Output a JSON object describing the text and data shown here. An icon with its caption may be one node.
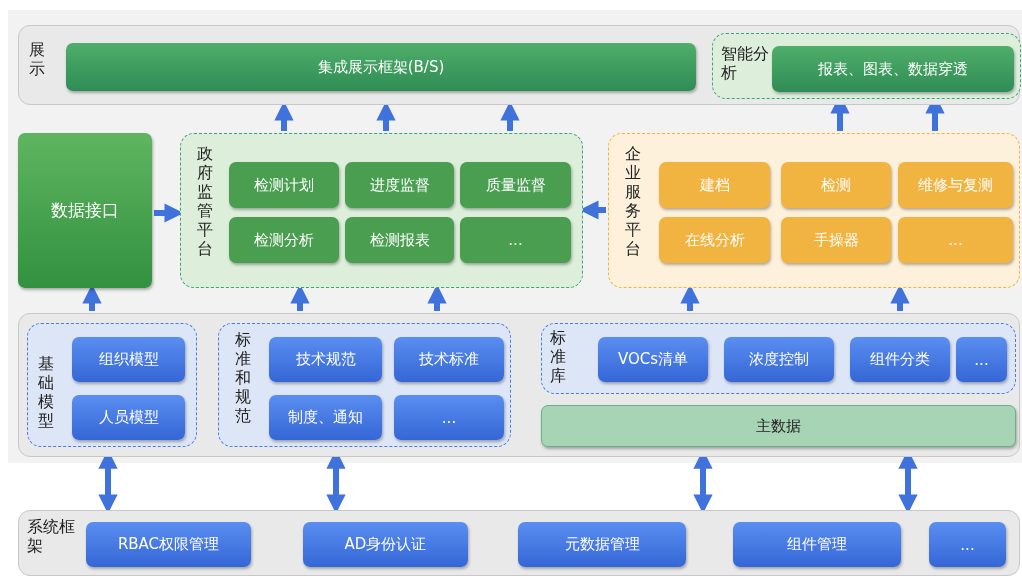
{
  "diagram": {
    "nodes": [
      {
        "text": [
          "展示"
        ]
      },
      {
        "text": [
          "集成展示框架(B/S)"
        ],
        "in": 0
      },
      {
        "text": [
          "智能分析"
        ],
        "in": 0
      },
      {
        "text": [
          "报表、图表、数据穿透"
        ],
        "in": 2
      },
      {
        "text": [
          "数据接口"
        ]
      },
      {
        "text": [
          "政府监管平台"
        ]
      },
      {
        "text": [
          "检测计划"
        ],
        "in": 5
      },
      {
        "text": [
          "进度监督"
        ],
        "in": 5
      },
      {
        "text": [
          "质量监督"
        ],
        "in": 5
      },
      {
        "text": [
          "检测分析"
        ],
        "in": 5
      },
      {
        "text": [
          "检测报表"
        ],
        "in": 5
      },
      {
        "text": [
          "..."
        ],
        "in": 5
      },
      {
        "text": [
          "企业服务平台"
        ]
      },
      {
        "text": [
          "建档"
        ],
        "in": 12
      },
      {
        "text": [
          "检测"
        ],
        "in": 12
      },
      {
        "text": [
          "维修与复测"
        ],
        "in": 12
      },
      {
        "text": [
          "在线分析"
        ],
        "in": 12
      },
      {
        "text": [
          "手操器"
        ],
        "in": 12
      },
      {
        "text": [
          "..."
        ],
        "in": 12
      },
      {
        "text": [],
        "shape": "box"
      },
      {
        "text": [
          "基础模型"
        ],
        "in": 19
      },
      {
        "text": [
          "组织模型"
        ],
        "in": 20
      },
      {
        "text": [
          "人员模型"
        ],
        "in": 20
      },
      {
        "text": [
          "标准和规范"
        ],
        "in": 19
      },
      {
        "text": [
          "技术规范"
        ],
        "in": 23
      },
      {
        "text": [
          "技术标准"
        ],
        "in": 23
      },
      {
        "text": [
          "制度、通知"
        ],
        "in": 23
      },
      {
        "text": [
          "..."
        ],
        "in": 23
      },
      {
        "text": [
          "标准库"
        ],
        "in": 19
      },
      {
        "text": [
          "VOCs清单"
        ],
        "in": 28
      },
      {
        "text": [
          "浓度控制"
        ],
        "in": 28
      },
      {
        "text": [
          "组件分类"
        ],
        "in": 28
      },
      {
        "text": [
          "..."
        ],
        "in": 28
      },
      {
        "text": [
          "主数据"
        ],
        "in": 19
      },
      {
        "text": [
          "系统框架"
        ]
      },
      {
        "text": [
          "RBAC权限管理"
        ],
        "in": 34
      },
      {
        "text": [
          "AD身份认证"
        ],
        "in": 34
      },
      {
        "text": [
          "元数据管理"
        ],
        "in": 34
      },
      {
        "text": [
          "组件管理"
        ],
        "in": 34
      },
      {
        "text": [
          "..."
        ],
        "in": 34
      }
    ],
    "edges": [
      {
        "from": 5,
        "to": 0,
        "arrow": "to"
      },
      {
        "from": 5,
        "to": 0,
        "arrow": "to"
      },
      {
        "from": 5,
        "to": 0,
        "arrow": "to"
      },
      {
        "from": 12,
        "to": 2,
        "arrow": "to"
      },
      {
        "from": 12,
        "to": 2,
        "arrow": "to"
      },
      {
        "from": 4,
        "to": 5,
        "arrow": "to"
      },
      {
        "from": 12,
        "to": 5,
        "arrow": "to"
      },
      {
        "from": 19,
        "to": 4,
        "arrow": "to"
      },
      {
        "from": 19,
        "to": 5,
        "arrow": "to"
      },
      {
        "from": 19,
        "to": 5,
        "arrow": "to"
      },
      {
        "from": 19,
        "to": 12,
        "arrow": "to"
      },
      {
        "from": 19,
        "to": 12,
        "arrow": "to"
      },
      {
        "from": 19,
        "to": 34,
        "arrow": "both"
      },
      {
        "from": 19,
        "to": 34,
        "arrow": "both"
      },
      {
        "from": 19,
        "to": 34,
        "arrow": "both"
      },
      {
        "from": 19,
        "to": 34,
        "arrow": "both"
      }
    ]
  }
}
